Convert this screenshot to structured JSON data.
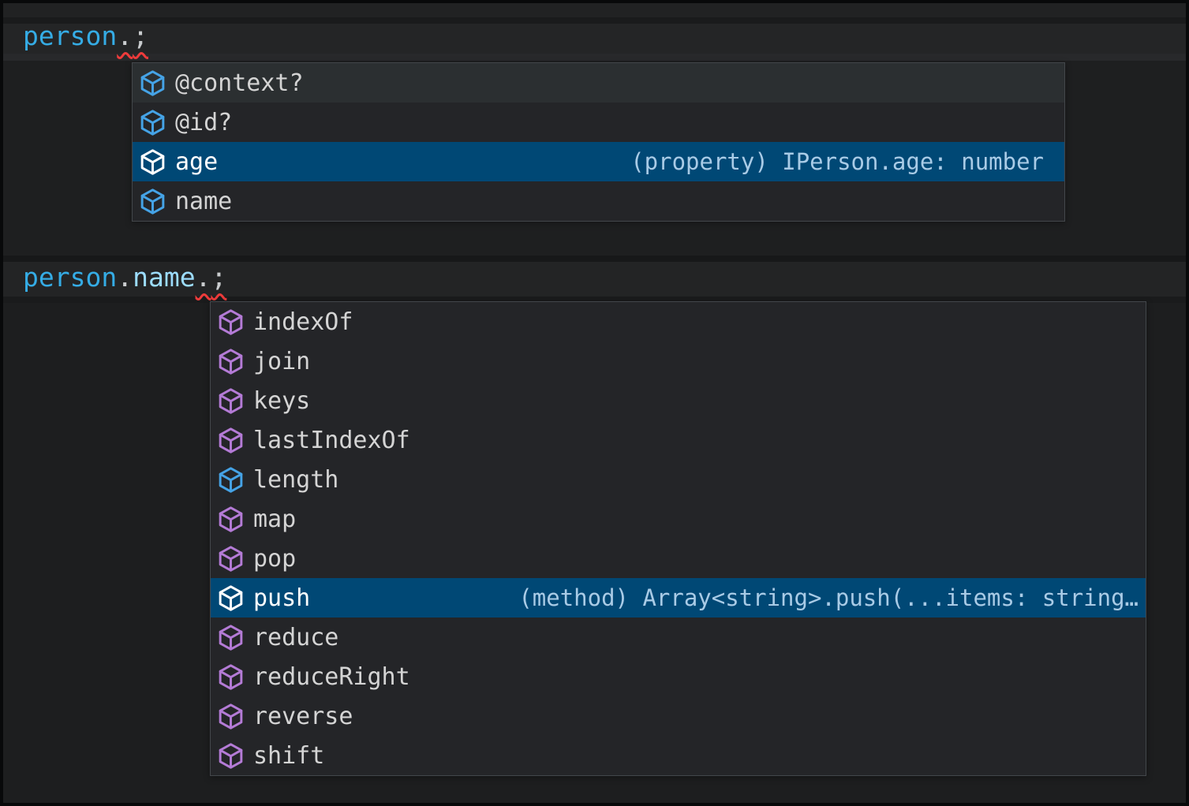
{
  "app": {
    "name": "code editor with IntelliSense suggestions"
  },
  "colors": {
    "selection_background": "#004875",
    "suggest_background": "#242528",
    "suggest_border": "#43474B",
    "hovered_row_background": "#2B2F31",
    "property_icon_blue": "#45A3E6",
    "method_icon_purple": "#B47BD6",
    "variable_text_blue": "#35ACE5",
    "member_text_light_blue": "#9CDCFE",
    "error_squiggle_red": "#EE3B3B"
  },
  "code": {
    "line1": {
      "object": "person",
      "dot": ".",
      "semicolon": ";"
    },
    "line2": {
      "object": "person",
      "dot1": ".",
      "property": "name",
      "dot2": ".",
      "semicolon": ";"
    }
  },
  "suggest1": {
    "items": [
      {
        "label": "@context?",
        "kind": "property",
        "icon": "symbol-property-icon",
        "state": "hovered"
      },
      {
        "label": "@id?",
        "kind": "property",
        "icon": "symbol-property-icon",
        "state": "normal"
      },
      {
        "label": "age",
        "kind": "property",
        "icon": "symbol-property-icon",
        "state": "selected",
        "detail": "(property) IPerson.age: number"
      },
      {
        "label": "name",
        "kind": "property",
        "icon": "symbol-property-icon",
        "state": "normal"
      }
    ]
  },
  "suggest2": {
    "items": [
      {
        "label": "indexOf",
        "kind": "method",
        "icon": "symbol-method-icon",
        "state": "normal"
      },
      {
        "label": "join",
        "kind": "method",
        "icon": "symbol-method-icon",
        "state": "normal"
      },
      {
        "label": "keys",
        "kind": "method",
        "icon": "symbol-method-icon",
        "state": "normal"
      },
      {
        "label": "lastIndexOf",
        "kind": "method",
        "icon": "symbol-method-icon",
        "state": "normal"
      },
      {
        "label": "length",
        "kind": "property",
        "icon": "symbol-property-icon",
        "state": "normal"
      },
      {
        "label": "map",
        "kind": "method",
        "icon": "symbol-method-icon",
        "state": "normal"
      },
      {
        "label": "pop",
        "kind": "method",
        "icon": "symbol-method-icon",
        "state": "normal"
      },
      {
        "label": "push",
        "kind": "method",
        "icon": "symbol-method-icon",
        "state": "selected",
        "detail": "(method) Array<string>.push(...items: string…"
      },
      {
        "label": "reduce",
        "kind": "method",
        "icon": "symbol-method-icon",
        "state": "normal"
      },
      {
        "label": "reduceRight",
        "kind": "method",
        "icon": "symbol-method-icon",
        "state": "normal"
      },
      {
        "label": "reverse",
        "kind": "method",
        "icon": "symbol-method-icon",
        "state": "normal"
      },
      {
        "label": "shift",
        "kind": "method",
        "icon": "symbol-method-icon",
        "state": "normal"
      }
    ]
  }
}
